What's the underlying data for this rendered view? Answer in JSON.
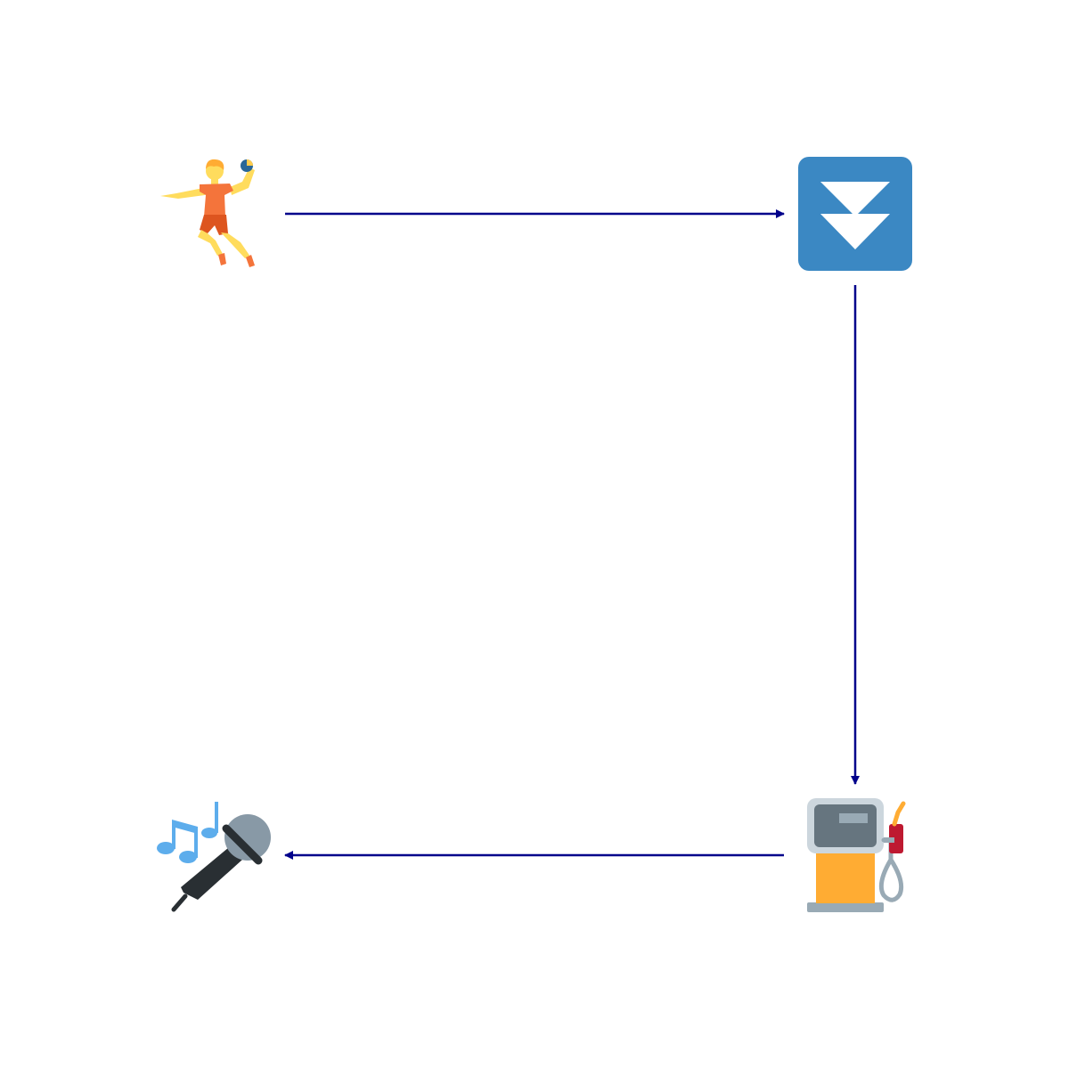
{
  "diagram": {
    "background": "#ffffff",
    "edge_color": "#00008b",
    "nodes": [
      {
        "id": "handball",
        "icon": "person-playing-handball-icon"
      },
      {
        "id": "fast-down",
        "icon": "fast-down-button-icon"
      },
      {
        "id": "fuel-pump",
        "icon": "fuel-pump-icon"
      },
      {
        "id": "karaoke",
        "icon": "microphone-music-notes-icon"
      }
    ],
    "edges": [
      {
        "from": "handball",
        "to": "fast-down"
      },
      {
        "from": "fast-down",
        "to": "fuel-pump"
      },
      {
        "from": "fuel-pump",
        "to": "karaoke"
      }
    ],
    "colors": {
      "skin": "#ffdc5d",
      "hair": "#ffac33",
      "shirt": "#f4743b",
      "shorts": "#dd551f",
      "ball": "#2a6797",
      "button_blue": "#3b88c3",
      "pump_body": "#ffac33",
      "pump_head": "#ccd6dd",
      "pump_screen": "#66757f",
      "nozzle_red": "#be1931",
      "hose_gray": "#99aab5",
      "mic_dark": "#292f33",
      "mic_head": "#8899a6",
      "notes_blue": "#5dadec"
    }
  }
}
